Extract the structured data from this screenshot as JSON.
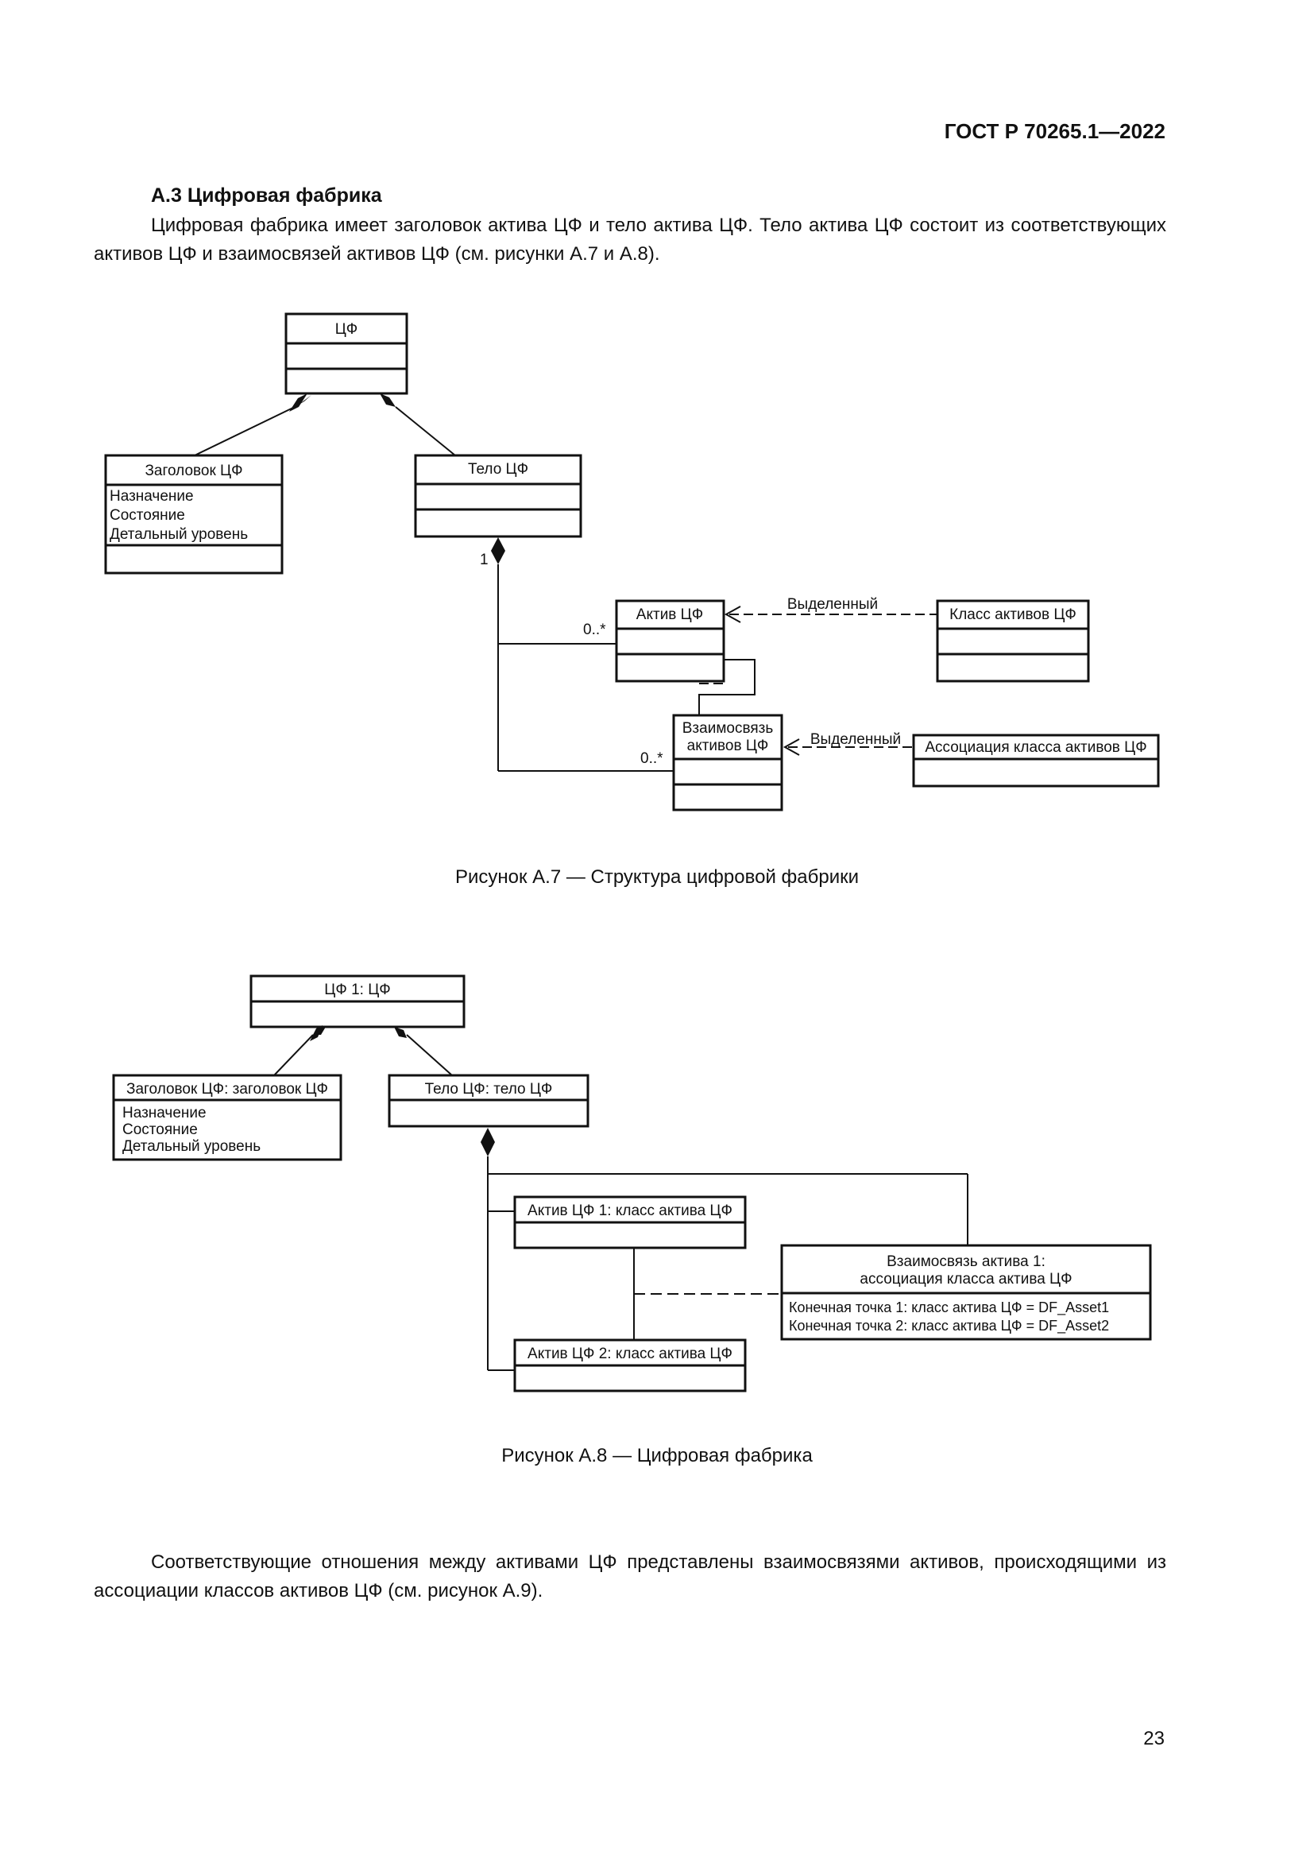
{
  "header": {
    "standard": "ГОСТ Р 70265.1—2022"
  },
  "section": {
    "title": "А.3 Цифровая фабрика",
    "intro": "Цифровая фабрика имеет заголовок актива ЦФ и тело актива ЦФ. Тело актива ЦФ состоит из соответствующих активов ЦФ и взаимосвязей активов ЦФ (см. рисунки А.7 и А.8)."
  },
  "figure_a7": {
    "caption": "Рисунок А.7 — Структура цифровой фабрики",
    "df": "ЦФ",
    "header_class": "Заголовок ЦФ",
    "header_attrs": [
      "Назначение",
      "Состояние",
      "Детальный уровень"
    ],
    "body_class": "Тело ЦФ",
    "asset": "Актив ЦФ",
    "asset_class": "Класс активов ЦФ",
    "relation_line1": "Взаимосвязь",
    "relation_line2": "активов ЦФ",
    "association": "Ассоциация класса активов ЦФ",
    "dependency_label": "Выделенный",
    "mult_one": "1",
    "mult_many": "0..*"
  },
  "figure_a8": {
    "caption": "Рисунок А.8 — Цифровая фабрика",
    "df": "ЦФ 1: ЦФ",
    "header": "Заголовок ЦФ: заголовок ЦФ",
    "header_attrs": [
      "Назначение",
      "Состояние",
      "Детальный уровень"
    ],
    "body": "Тело ЦФ: тело ЦФ",
    "asset1": "Актив ЦФ 1: класс актива ЦФ",
    "asset2": "Актив ЦФ 2: класс актива ЦФ",
    "relation_line1": "Взаимосвязь актива 1:",
    "relation_line2": "ассоциация класса актива ЦФ",
    "endpoint1": "Конечная точка 1: класс актива ЦФ = DF_Asset1",
    "endpoint2": "Конечная точка 2: класс актива ЦФ = DF_Asset2"
  },
  "closing": {
    "text": "Соответствующие отношения между активами ЦФ представлены взаимосвязями активов, происходящими из ассоциации классов активов ЦФ (см. рисунок А.9)."
  },
  "page_number": "23"
}
